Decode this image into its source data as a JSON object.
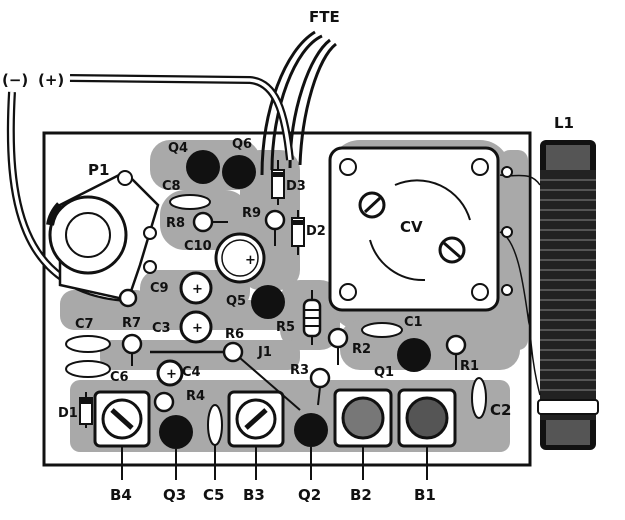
{
  "labels": {
    "fte": "FTE",
    "minus": "(−)",
    "plus": "(+)",
    "l1": "L1",
    "p1": "P1",
    "q4": "Q4",
    "q6": "Q6",
    "c8": "C8",
    "d3": "D3",
    "r8": "R8",
    "r9": "R9",
    "c10": "C10",
    "d2": "D2",
    "cv": "CV",
    "c9": "C9",
    "q5": "Q5",
    "c7": "C7",
    "r7": "R7",
    "c3": "C3",
    "r6": "R6",
    "r5": "R5",
    "j1": "J1",
    "r2": "R2",
    "c1": "C1",
    "c6": "C6",
    "c4": "C4",
    "r4": "R4",
    "r3": "R3",
    "q1": "Q1",
    "r1": "R1",
    "c2": "C2",
    "d1": "D1",
    "b4": "B4",
    "q3": "Q3",
    "c5": "C5",
    "b3": "B3",
    "q2": "Q2",
    "b2": "B2",
    "b1": "B1",
    "plus_mark": "+"
  },
  "colors": {
    "board": "#ffffff",
    "copper": "#a9a9a9",
    "ink": "#111111"
  }
}
